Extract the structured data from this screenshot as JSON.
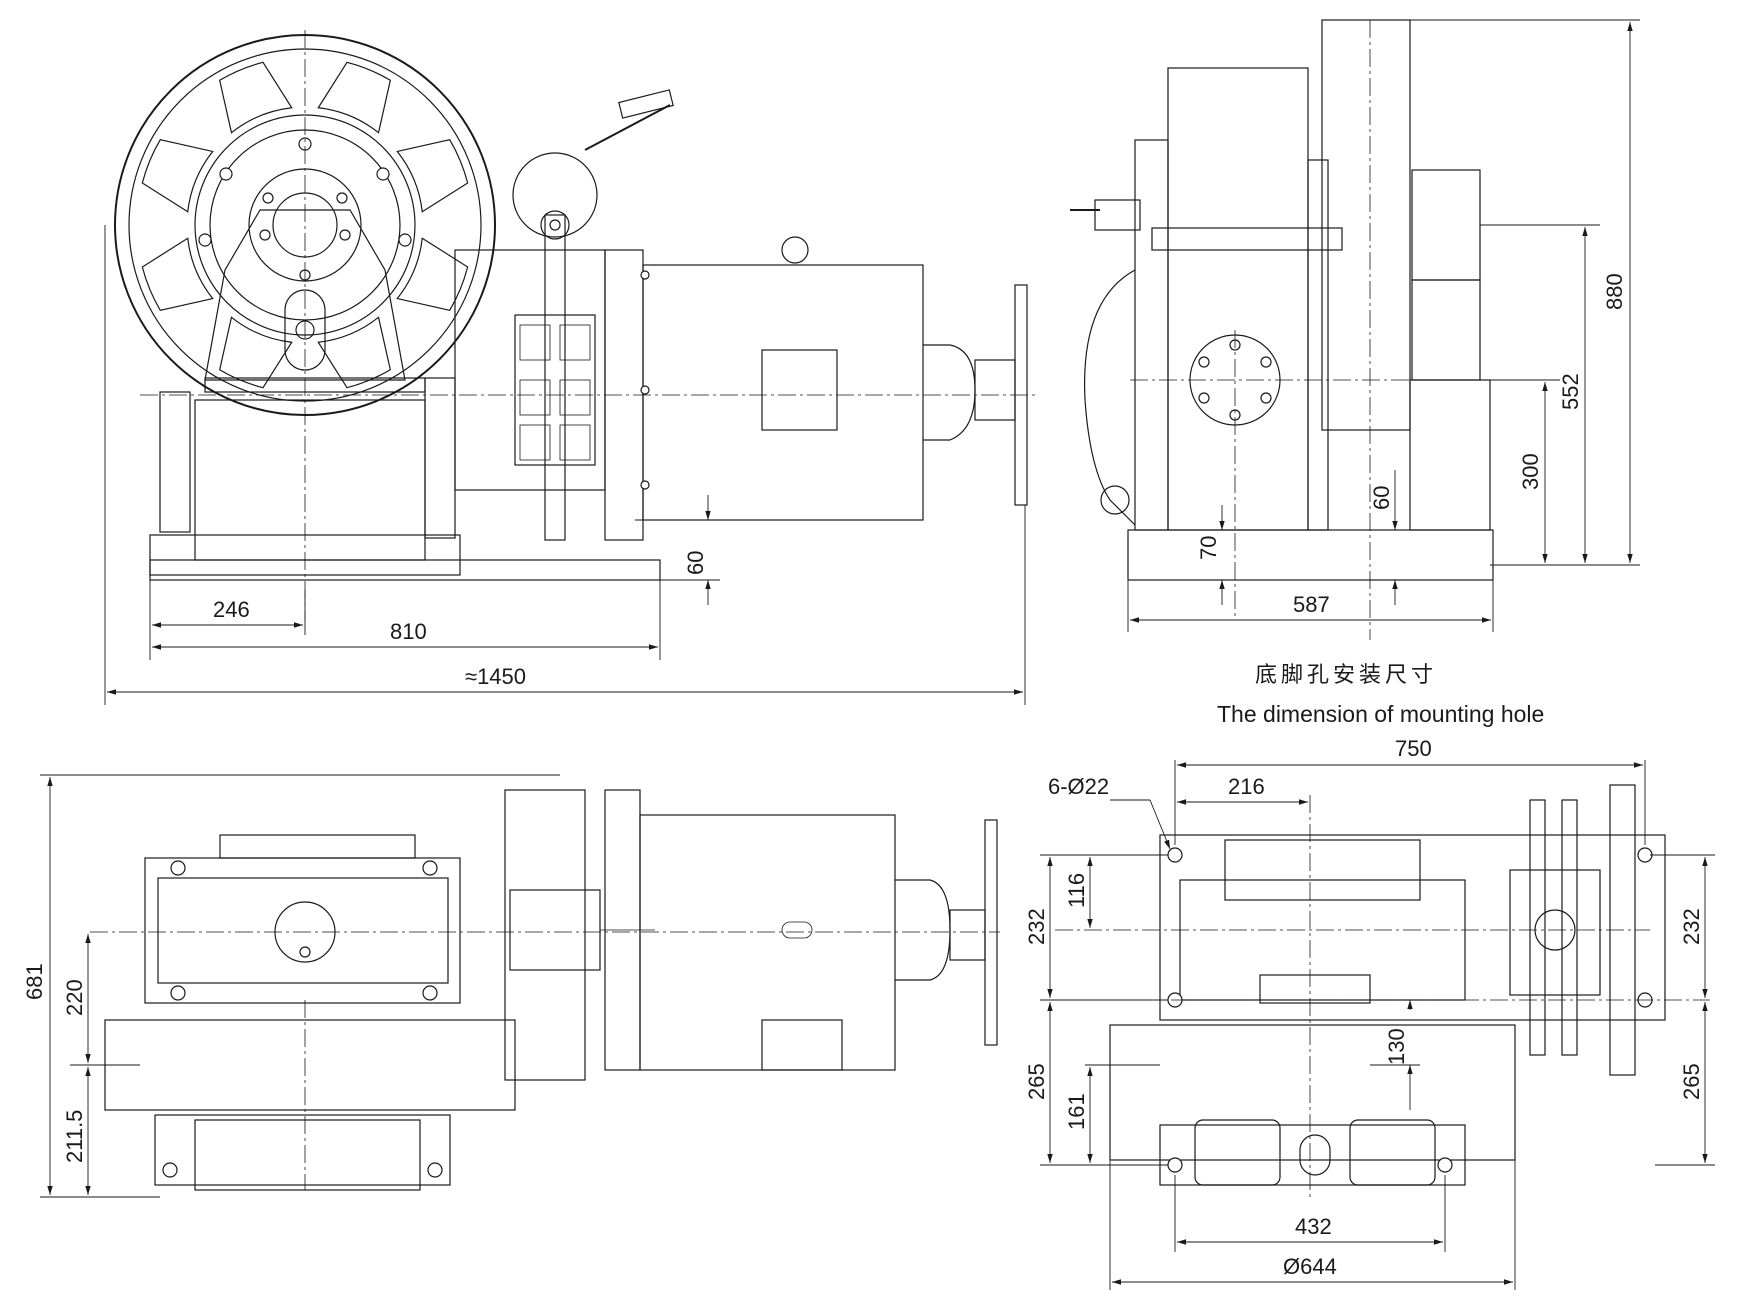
{
  "mounting": {
    "title_cn": "底脚孔安装尺寸",
    "title_en": "The dimension of mounting hole"
  },
  "dimensions": {
    "front": {
      "d246": "246",
      "d810": "810",
      "d1450": "≈1450",
      "d60": "60"
    },
    "side": {
      "d880": "880",
      "d552": "552",
      "d300": "300",
      "d70": "70",
      "d60": "60",
      "d587": "587"
    },
    "top": {
      "d681": "681",
      "d220": "220",
      "d211_5": "211.5"
    },
    "holes": {
      "d750": "750",
      "d216": "216",
      "holes_spec": "6-Ø22",
      "d232_left": "232",
      "d116": "116",
      "d232_right": "232",
      "d265_left": "265",
      "d161": "161",
      "d130": "130",
      "d265_right": "265",
      "d432": "432",
      "d644": "Ø644"
    }
  }
}
